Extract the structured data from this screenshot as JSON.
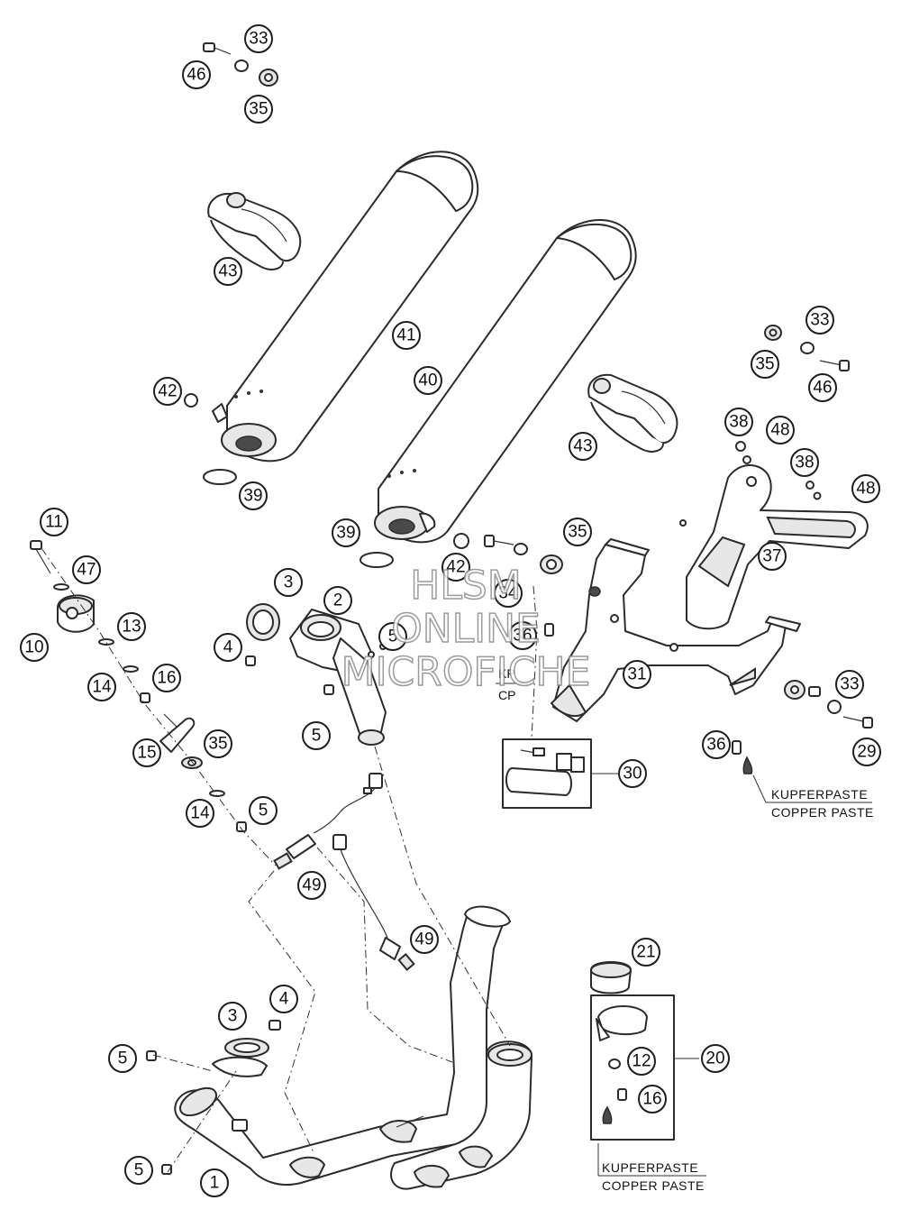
{
  "callouts": [
    {
      "id": "c33a",
      "label": "33"
    },
    {
      "id": "c46a",
      "label": "46"
    },
    {
      "id": "c35a",
      "label": "35"
    },
    {
      "id": "c43a",
      "label": "43"
    },
    {
      "id": "c41",
      "label": "41"
    },
    {
      "id": "c40",
      "label": "40"
    },
    {
      "id": "c42a",
      "label": "42"
    },
    {
      "id": "c39a",
      "label": "39"
    },
    {
      "id": "c43b",
      "label": "43"
    },
    {
      "id": "c33b",
      "label": "33"
    },
    {
      "id": "c35b",
      "label": "35"
    },
    {
      "id": "c46b",
      "label": "46"
    },
    {
      "id": "c38a",
      "label": "38"
    },
    {
      "id": "c48a",
      "label": "48"
    },
    {
      "id": "c38b",
      "label": "38"
    },
    {
      "id": "c48b",
      "label": "48"
    },
    {
      "id": "c37",
      "label": "37"
    },
    {
      "id": "c39b",
      "label": "39"
    },
    {
      "id": "c42b",
      "label": "42"
    },
    {
      "id": "c35c",
      "label": "35"
    },
    {
      "id": "c34",
      "label": "34"
    },
    {
      "id": "c36a",
      "label": "36"
    },
    {
      "id": "c31",
      "label": "31"
    },
    {
      "id": "c33c",
      "label": "33"
    },
    {
      "id": "c36b",
      "label": "36"
    },
    {
      "id": "c29",
      "label": "29"
    },
    {
      "id": "c30",
      "label": "30"
    },
    {
      "id": "c11",
      "label": "11"
    },
    {
      "id": "c47",
      "label": "47"
    },
    {
      "id": "c10",
      "label": "10"
    },
    {
      "id": "c13",
      "label": "13"
    },
    {
      "id": "c14a",
      "label": "14"
    },
    {
      "id": "c16a",
      "label": "16"
    },
    {
      "id": "c15",
      "label": "15"
    },
    {
      "id": "c35d",
      "label": "35"
    },
    {
      "id": "c14b",
      "label": "14"
    },
    {
      "id": "c5a",
      "label": "5"
    },
    {
      "id": "c3a",
      "label": "3"
    },
    {
      "id": "c2",
      "label": "2"
    },
    {
      "id": "c4a",
      "label": "4"
    },
    {
      "id": "c5b",
      "label": "5"
    },
    {
      "id": "c5c",
      "label": "5"
    },
    {
      "id": "c49a",
      "label": "49"
    },
    {
      "id": "c49b",
      "label": "49"
    },
    {
      "id": "c3b",
      "label": "3"
    },
    {
      "id": "c4b",
      "label": "4"
    },
    {
      "id": "c5d",
      "label": "5"
    },
    {
      "id": "c5e",
      "label": "5"
    },
    {
      "id": "c1",
      "label": "1"
    },
    {
      "id": "c21",
      "label": "21"
    },
    {
      "id": "c12",
      "label": "12"
    },
    {
      "id": "c20",
      "label": "20"
    },
    {
      "id": "c16b",
      "label": "16"
    }
  ],
  "notes": {
    "kp": "KP",
    "cp": "CP",
    "copper_de_right": "KUPFERPASTE",
    "copper_en_right": "COPPER PASTE",
    "copper_de_bottom": "KUPFERPASTE",
    "copper_en_bottom": "COPPER PASTE"
  },
  "watermark": {
    "line1": "HLSM",
    "line2": "ONLINE",
    "line3": "MICROFICHE"
  }
}
